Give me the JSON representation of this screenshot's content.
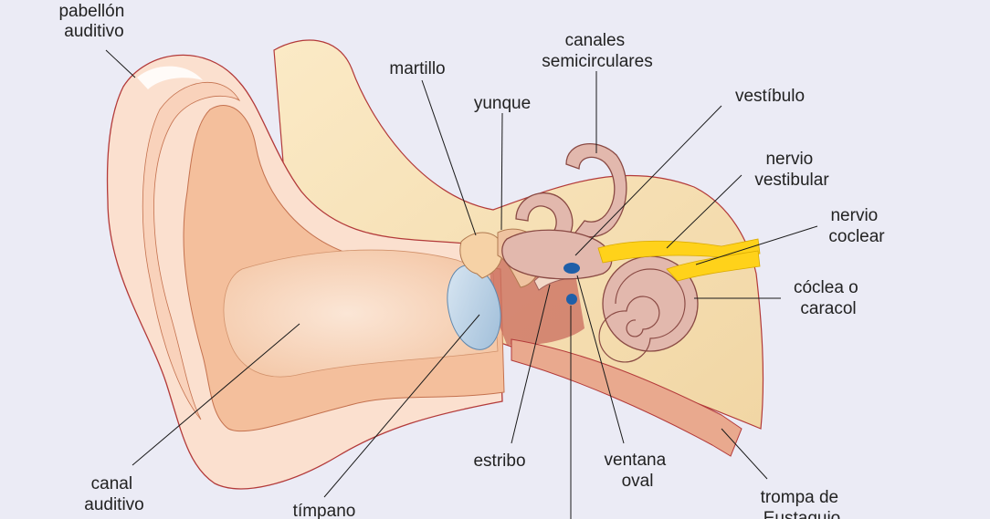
{
  "diagram": {
    "labels": {
      "pabellon": [
        "pabellón",
        "auditivo"
      ],
      "martillo": [
        "martillo"
      ],
      "yunque": [
        "yunque"
      ],
      "canales": [
        "canales",
        "semicirculares"
      ],
      "vestibulo": [
        "vestíbulo"
      ],
      "nervio_vestibular": [
        "nervio",
        "vestibular"
      ],
      "nervio_coclear": [
        "nervio",
        "coclear"
      ],
      "coclea": [
        "cóclea o",
        "caracol"
      ],
      "canal": [
        "canal",
        "auditivo"
      ],
      "timpano": [
        "tímpano"
      ],
      "estribo": [
        "estribo"
      ],
      "ventana": [
        "ventana",
        "oval"
      ],
      "trompa": [
        "trompa de",
        "Eustaquio"
      ]
    },
    "colors": {
      "background": "#ebebf5",
      "skin_outline": "#b33a3a",
      "pinna_light": "#fbe0cf",
      "skin_mid": "#f4bf9c",
      "bone": "#f7e2b5",
      "labyrinth": "#e2b8ad",
      "eardrum": "#b7cfe3",
      "nerve": "#ffd21a",
      "window": "#1f5fa8",
      "cavity": "#c96b5e"
    }
  }
}
